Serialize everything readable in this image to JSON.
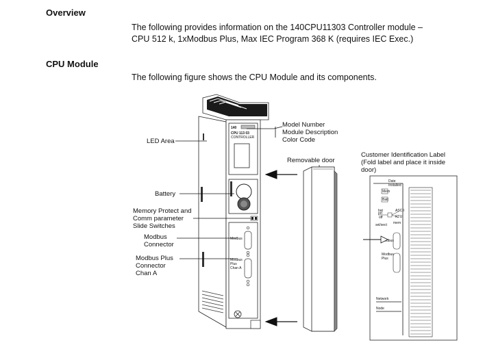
{
  "sections": {
    "overview": {
      "heading": "Overview",
      "line1": "The following provides information on the 140CPU11303 Controller module –",
      "line2": "CPU 512 k, 1xModbus Plus, Max IEC Program 368 K (requires IEC Exec.)"
    },
    "cpu_module": {
      "heading": "CPU Module",
      "intro": "The following figure shows the CPU Module and its components."
    }
  },
  "figure": {
    "callouts": {
      "model_number": "Model Number",
      "module_description": "Module Description",
      "color_code": "Color Code",
      "led_area": "LED Area",
      "removable_door": "Removable door",
      "custid_1": "Customer Identification Label",
      "custid_2": "(Fold label and place it inside",
      "custid_3": "door)",
      "battery": "Battery",
      "mem_1": "Memory Protect and",
      "mem_2": "Comm parameter",
      "mem_3": "Slide Switches",
      "modbus_1": "Modbus",
      "modbus_2": "Connector",
      "mbp_1": "Modbus Plus",
      "mbp_2": "Connector",
      "mbp_3": "Chan A"
    },
    "module_text": {
      "part": "140",
      "model": "CPU 113 03",
      "kind": "CONTROLLER",
      "modbus": "Modbus",
      "mbp_1": "Modbus",
      "mbp_2": "Plus",
      "mbp_3": "Chan A"
    },
    "label_text": {
      "date_1": "Date",
      "date_2": "Installed",
      "mem": "Mem",
      "batt": "Batt",
      "bat_prt": "bat",
      "prt": "prt",
      "off": "off",
      "ascii": "ASCII",
      "rtu": "RTU",
      "sel": "sel/sect",
      "mem2": "mem",
      "modbus": "Modbus",
      "modbus_plus_1": "Modbus",
      "modbus_plus_2": "Plus",
      "network": "Network",
      "node": "Node"
    }
  }
}
